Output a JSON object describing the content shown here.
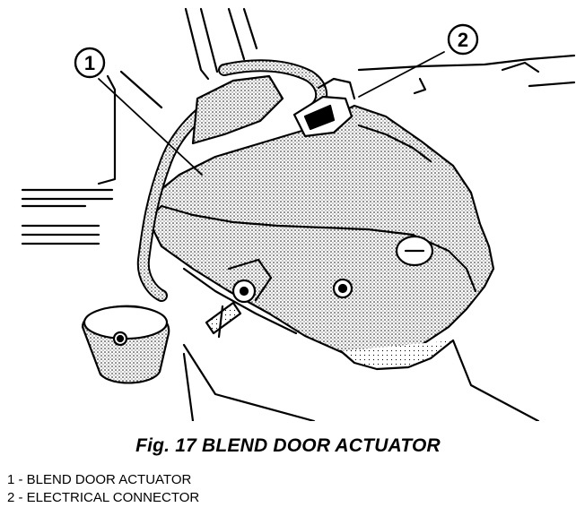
{
  "figure": {
    "caption": "Fig. 17 BLEND DOOR ACTUATOR",
    "callouts": [
      {
        "number": "1",
        "text": "1 - BLEND DOOR ACTUATOR"
      },
      {
        "number": "2",
        "text": "2 - ELECTRICAL CONNECTOR"
      }
    ]
  }
}
